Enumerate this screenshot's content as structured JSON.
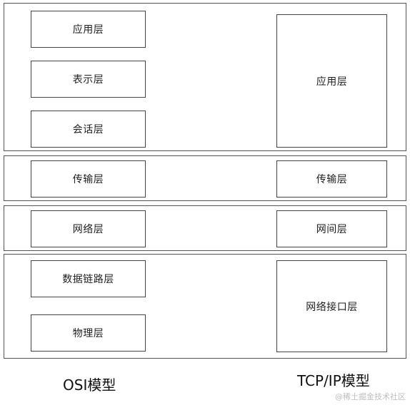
{
  "osi": {
    "layers": [
      "应用层",
      "表示层",
      "会话层",
      "传输层",
      "网络层",
      "数据链路层",
      "物理层"
    ],
    "caption": "OSI模型"
  },
  "tcpip": {
    "layers": [
      "应用层",
      "传输层",
      "网间层",
      "网络接口层"
    ],
    "caption": "TCP/IP模型"
  },
  "watermark": "@稀土掘金技术社区",
  "colors": {
    "border": "#444444",
    "band_border": "#555555",
    "text": "#1f1f1f",
    "watermark": "#bdbdbd"
  }
}
